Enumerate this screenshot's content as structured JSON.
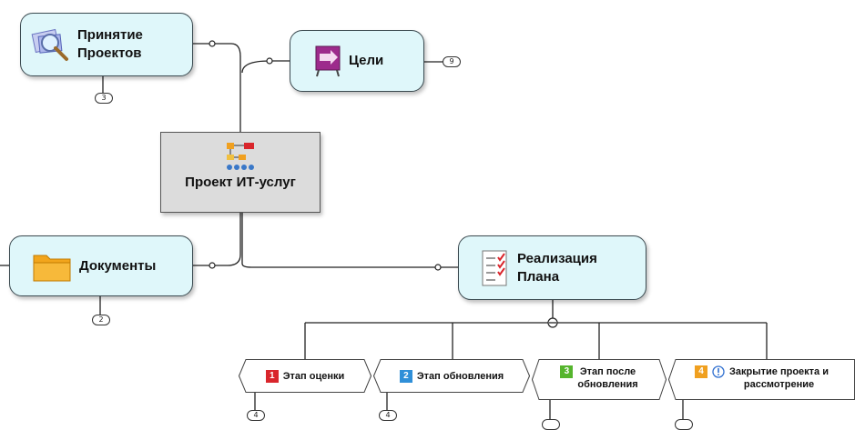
{
  "central": {
    "label": "Проект ИТ-услуг",
    "icon": "flowchart-icon"
  },
  "topics": {
    "acceptance": {
      "label_line1": "Принятие",
      "label_line2": "Проектов",
      "icon": "magnifier-icon",
      "count": "3"
    },
    "goals": {
      "label": "Цели",
      "icon": "target-board-icon",
      "count": "9"
    },
    "documents": {
      "label": "Документы",
      "icon": "folder-icon",
      "count": "2"
    },
    "plan": {
      "label_line1": "Реализация",
      "label_line2": "Плана",
      "icon": "checklist-icon"
    }
  },
  "subtopics": [
    {
      "num": "1",
      "num_color": "#d9262c",
      "label": "Этап оценки",
      "count": "4"
    },
    {
      "num": "2",
      "num_color": "#2f8fd8",
      "label": "Этап обновления",
      "count": "4"
    },
    {
      "num": "3",
      "num_color": "#55b52d",
      "label_line1": "Этап после",
      "label_line2": "обновления"
    },
    {
      "num": "4",
      "num_color": "#f0a020",
      "label_line1": "Закрытие проекта и",
      "label_line2": "рассмотрение",
      "icon": "info-icon"
    }
  ],
  "collapse_symbol": "−"
}
